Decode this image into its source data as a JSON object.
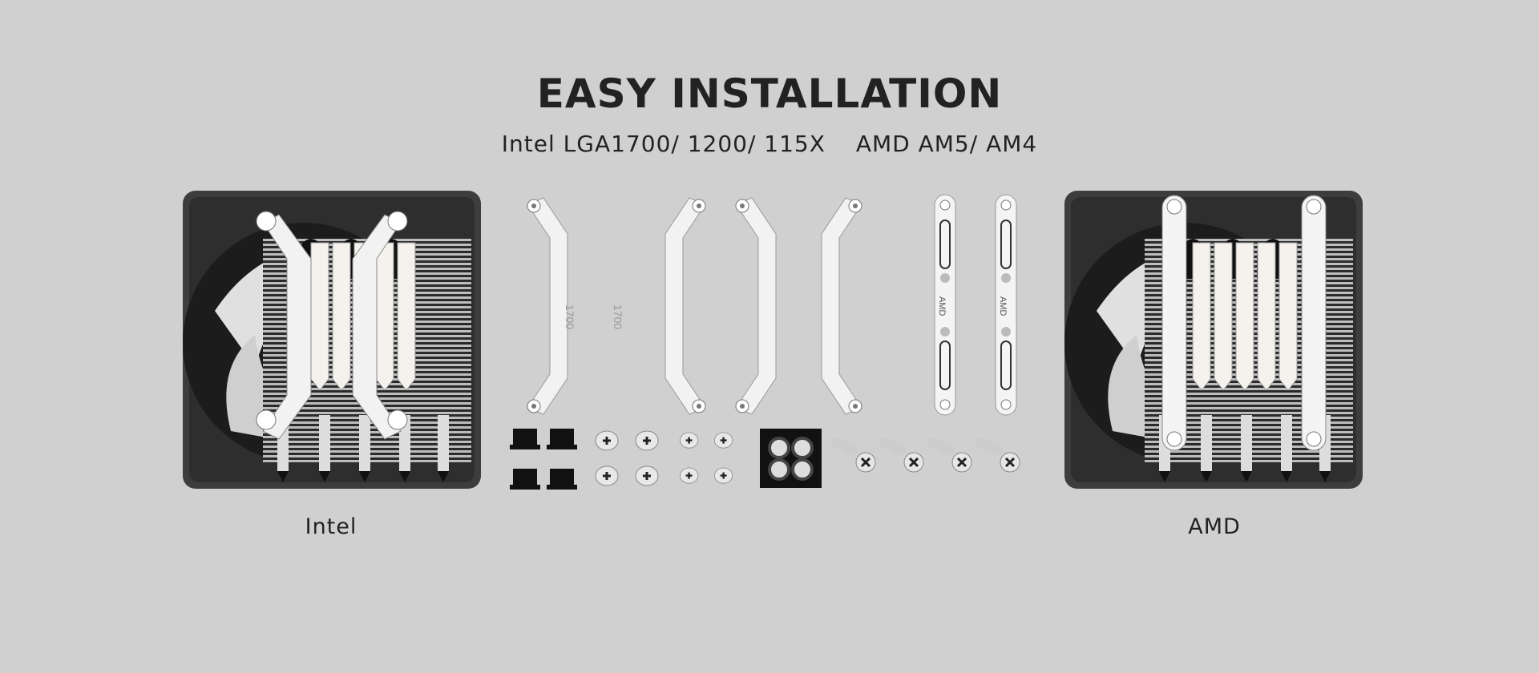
{
  "header": {
    "title": "EASY INSTALLATION",
    "compat_intel": "Intel LGA1700/ 1200/ 115X",
    "compat_amd": "AMD AM5/ AM4"
  },
  "products": {
    "intel_label": "Intel",
    "amd_label": "AMD",
    "bracket_marking_intel": "1700",
    "bracket_marking_amd": "AMD"
  },
  "colors": {
    "background": "#d0d0d0",
    "text": "#222222",
    "cooler_frame": "#3a3a3a",
    "bracket": "#f2f2f2"
  }
}
